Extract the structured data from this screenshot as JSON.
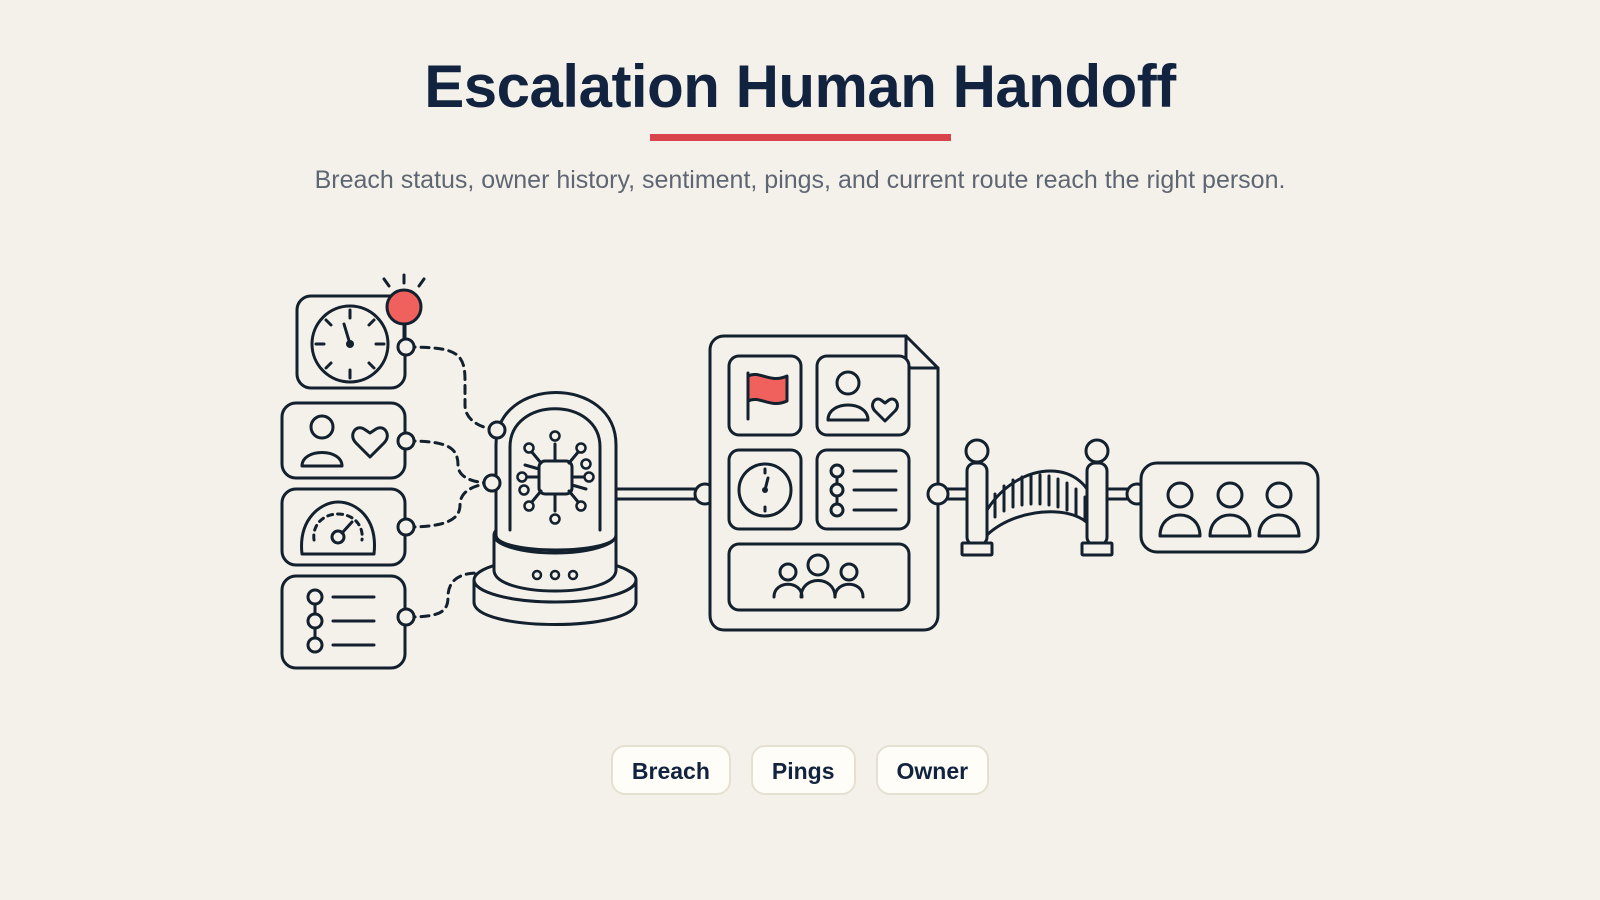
{
  "page": {
    "title": "Escalation Human Handoff",
    "subtitle": "Breach status, owner history, sentiment, pings, and current route reach the right person."
  },
  "chips": [
    {
      "label": "Breach"
    },
    {
      "label": "Pings"
    },
    {
      "label": "Owner"
    }
  ],
  "colors": {
    "background": "#f4f1ea",
    "title": "#12233f",
    "accent_red": "#d9444b",
    "alert_red": "#f0605c",
    "stroke": "#13202e",
    "subtitle": "#5f6673"
  },
  "icons": [
    "clock-alert-icon",
    "sentiment-icon",
    "gauge-icon",
    "route-list-icon",
    "ai-dome-icon",
    "case-document-icon",
    "flag-icon",
    "bridge-icon",
    "team-icon"
  ]
}
